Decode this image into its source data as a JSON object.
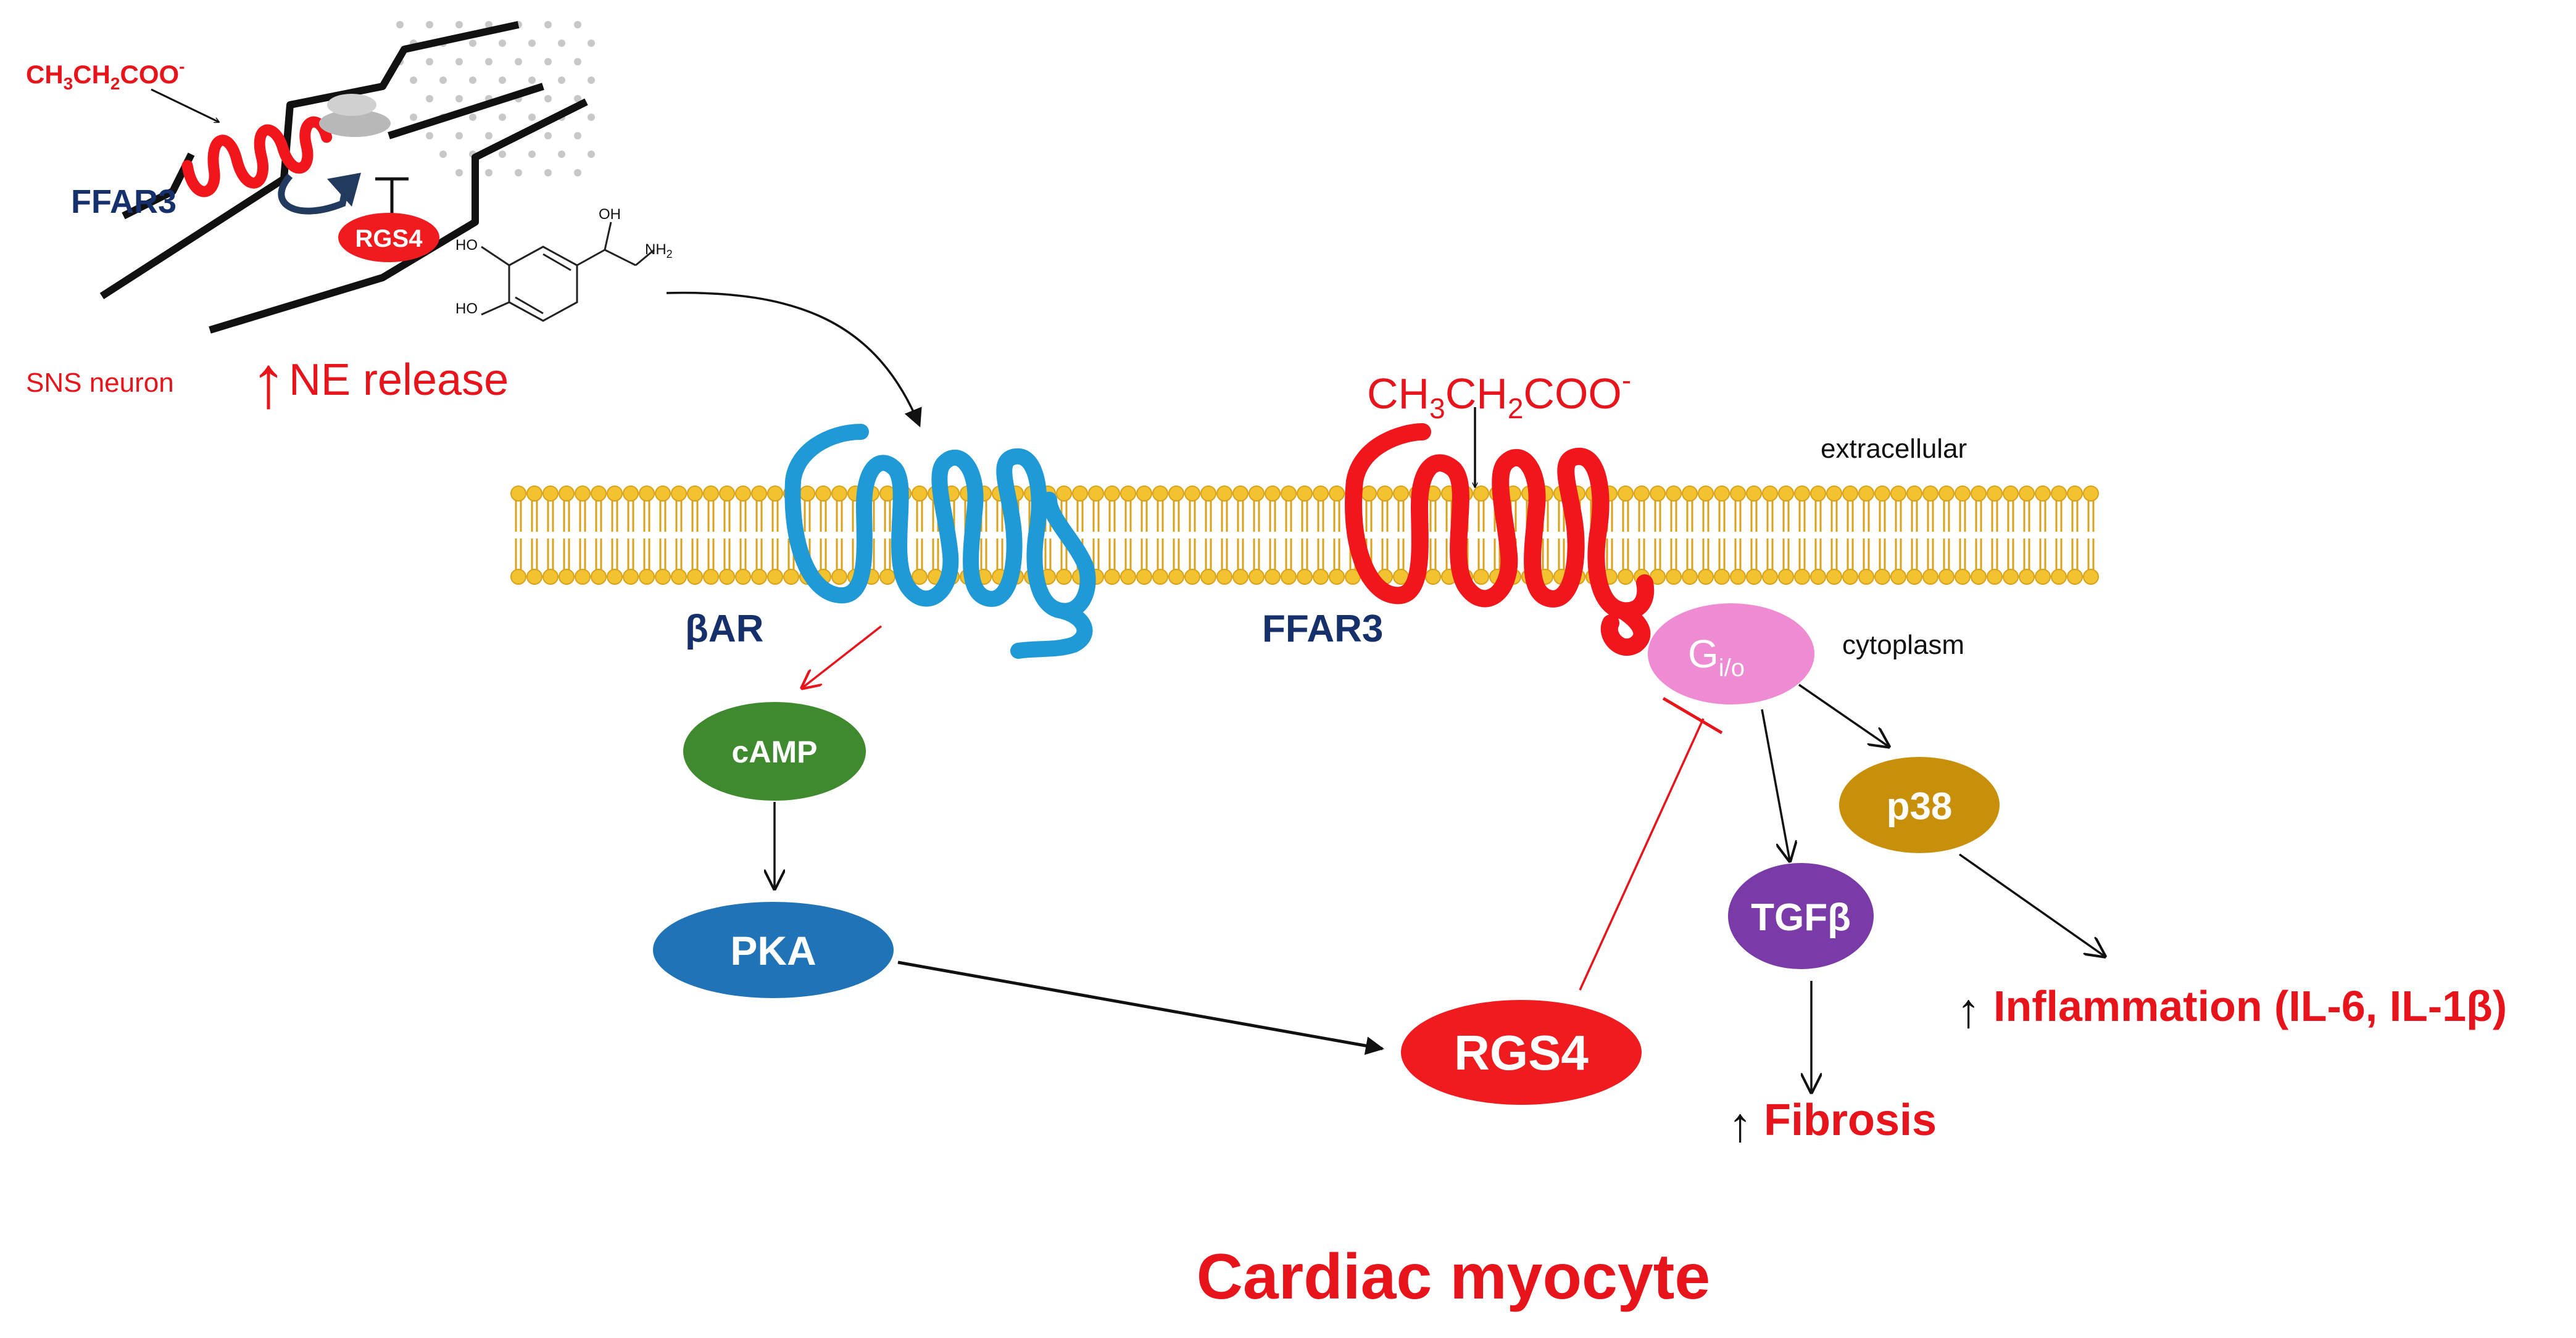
{
  "colors": {
    "red": "#e8141b",
    "navy": "#15306b",
    "blue_receptor": "#1f9ad6",
    "red_receptor": "#f0161c",
    "membrane_head": "#f2c230",
    "membrane_tail": "#d8a21c",
    "camp": "#3f8a2e",
    "pka": "#1f73b6",
    "rgs4": "#ef1b1f",
    "gio": "#ef8bd2",
    "p38": "#c8900a",
    "tgfb": "#7a3aa8",
    "vesicle": "#b3b3b3"
  },
  "neuron": {
    "propionate_prefix": "CH",
    "propionate_sub1": "3",
    "propionate_mid": "CH",
    "propionate_sub2": "2",
    "propionate_suffix": "COO",
    "propionate_sup": "-",
    "ffar3_label": "FFAR3",
    "rgs4_label": "RGS4",
    "sns_label": "SNS neuron",
    "ne_release": "NE release",
    "ne_arrow": "↑"
  },
  "norepinephrine": {
    "oh_top": "OH",
    "nh2": "NH",
    "nh2_sub": "2",
    "ho_1": "HO",
    "ho_2": "HO"
  },
  "membrane": {
    "extracellular": "extracellular",
    "cytoplasm": "cytoplasm",
    "propionate_prefix": "CH",
    "propionate_sub1": "3",
    "propionate_mid": "CH",
    "propionate_sub2": "2",
    "propionate_suffix": "COO",
    "propionate_sup": "-"
  },
  "receptors": {
    "beta_ar": "βAR",
    "ffar3": "FFAR3"
  },
  "nodes": {
    "camp": "cAMP",
    "pka": "PKA",
    "rgs4": "RGS4",
    "gio_G": "G",
    "gio_sub": "i/o",
    "p38": "p38",
    "tgfb": "TGFβ"
  },
  "outcomes": {
    "up_arrow": "↑",
    "fibrosis": "Fibrosis",
    "inflammation": "Inflammation (IL-6, IL-1β)"
  },
  "title": "Cardiac myocyte"
}
